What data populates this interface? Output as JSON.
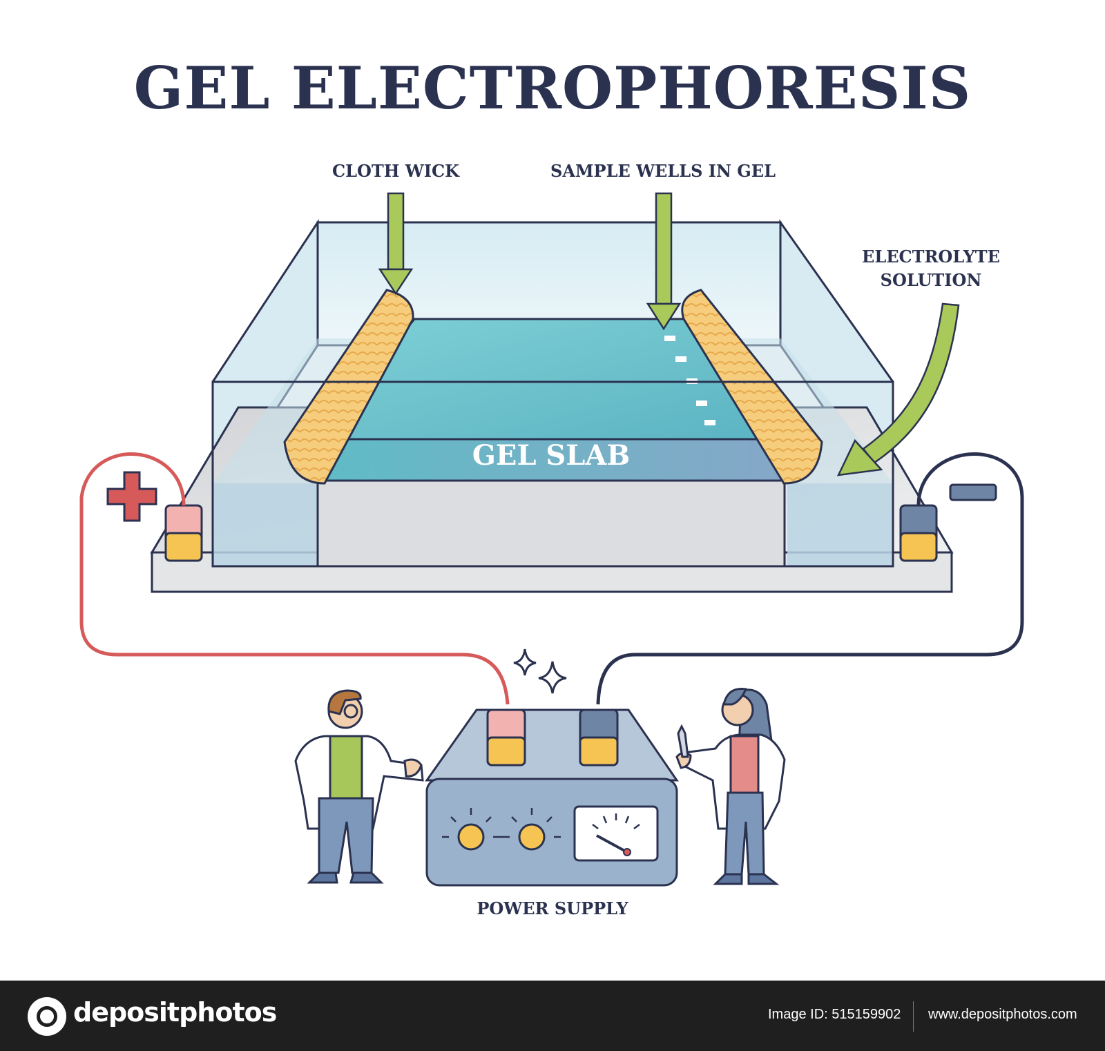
{
  "title": "GEL ELECTROPHORESIS",
  "labels": {
    "cloth_wick": "CLOTH WICK",
    "sample_wells": "SAMPLE WELLS IN GEL",
    "electrolyte_line1": "ELECTROLYTE",
    "electrolyte_line2": "SOLUTION",
    "gel_slab": "GEL SLAB",
    "power_supply": "POWER SUPPLY"
  },
  "symbols": {
    "positive": "plus-icon",
    "negative": "minus-icon"
  },
  "colors": {
    "outline": "#2b3250",
    "positive_wire": "#d65a5a",
    "negative_wire": "#2b3250",
    "arrow": "#a9c95b",
    "wick": "#f3c76a",
    "gel": "#6bc3cc",
    "electrolyte": "#b9d3e3",
    "base": "#dedfe1",
    "power_supply_body": "#9bb2cc"
  },
  "footer": {
    "brand": "depositphotos",
    "image_id": "Image ID: 515159902",
    "website": "www.depositphotos.com"
  }
}
